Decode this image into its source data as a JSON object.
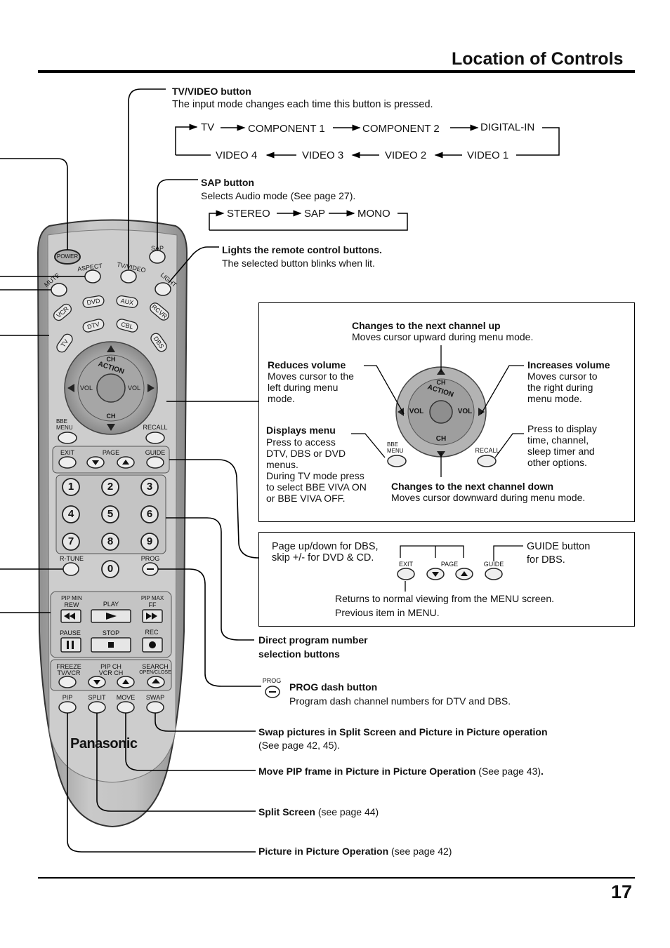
{
  "header": {
    "title": "Location of Controls",
    "page_number": "17"
  },
  "tv_video": {
    "title": "TV/VIDEO button",
    "desc": "The input mode changes each time this button is pressed.",
    "cycle": [
      "TV",
      "COMPONENT 1",
      "COMPONENT 2",
      "DIGITAL-IN",
      "VIDEO 1",
      "VIDEO 2",
      "VIDEO 3",
      "VIDEO 4"
    ]
  },
  "sap": {
    "title": "SAP button",
    "desc": "Selects Audio mode (See page 27).",
    "cycle": [
      "STEREO",
      "SAP",
      "MONO"
    ]
  },
  "light": {
    "title": "Lights the remote control buttons.",
    "desc": "The selected button blinks when lit."
  },
  "action_box": {
    "ch_up_title": "Changes to the next channel up",
    "ch_up_desc": "Moves cursor upward during menu mode.",
    "vol_down_title": "Reduces volume",
    "vol_down_desc": [
      "Moves cursor to the",
      "left during menu",
      "mode."
    ],
    "vol_up_title": "Increases volume",
    "vol_up_desc": [
      "Moves cursor to",
      "the right during",
      "menu mode."
    ],
    "menu_title": "Displays menu",
    "menu_desc": [
      "Press to access",
      "DTV, DBS or DVD",
      "menus.",
      "During TV mode press",
      "to select BBE VIVA ON",
      "or BBE VIVA OFF."
    ],
    "recall_desc": [
      "Press to display",
      "time, channel,",
      "sleep timer and",
      "other options."
    ],
    "ch_down_title": "Changes to the next channel down",
    "ch_down_desc": "Moves cursor downward during menu mode.",
    "pad": {
      "ch": "CH",
      "action": "ACTION",
      "vol": "VOL",
      "bbe": "BBE",
      "menu": "MENU",
      "recall": "RECALL"
    }
  },
  "page_box": {
    "page_desc": [
      "Page up/down for DBS,",
      "skip +/- for DVD & CD."
    ],
    "guide_desc": [
      "GUIDE button",
      "for DBS."
    ],
    "exit_desc": [
      "Returns to normal viewing from the MENU screen.",
      "Previous item in MENU."
    ],
    "labels": {
      "exit": "EXIT",
      "page": "PAGE",
      "guide": "GUIDE"
    }
  },
  "direct": {
    "lines": [
      "Direct program number",
      "selection buttons"
    ]
  },
  "prog": {
    "icon_label": "PROG",
    "title": "PROG dash button",
    "desc": "Program dash channel numbers for DTV and DBS."
  },
  "swap": {
    "title": "Swap pictures in Split Screen and Picture in Picture operation",
    "desc": "(See page 42, 45)."
  },
  "move": {
    "title": "Move PIP frame in Picture in Picture Operation",
    "ref": "(See page 43)",
    "end": "."
  },
  "split": {
    "title": "Split Screen",
    "ref": "(see page 44)"
  },
  "pip": {
    "title": "Picture in Picture Operation",
    "ref": "(see page 42)"
  },
  "remote": {
    "power": "POWER",
    "sap": "SAP",
    "aspect": "ASPECT",
    "tv_video": "TV/VIDEO",
    "light": "LIGHT",
    "mute": "MUTE",
    "inputs": [
      "VCR",
      "DVD",
      "AUX",
      "RCVR",
      "TV",
      "DTV",
      "CBL",
      "DBS"
    ],
    "ch": "CH",
    "action": "ACTION",
    "vol": "VOL",
    "bbe": "BBE",
    "menu": "MENU",
    "recall": "RECALL",
    "exit": "EXIT",
    "page": "PAGE",
    "guide": "GUIDE",
    "digits": [
      "1",
      "2",
      "3",
      "4",
      "5",
      "6",
      "7",
      "8",
      "9",
      "0"
    ],
    "rtune": "R-TUNE",
    "prog": "PROG",
    "pip_min": "PIP MIN",
    "rew": "REW",
    "play": "PLAY",
    "pip_max": "PIP MAX",
    "ff": "FF",
    "pause": "PAUSE",
    "stop": "STOP",
    "rec": "REC",
    "freeze": "FREEZE",
    "tvvcr": "TV/VCR",
    "pip_ch": "PIP CH",
    "vcr_ch": "VCR CH",
    "search": "SEARCH",
    "open_close": "OPEN/CLOSE",
    "pip": "PIP",
    "split": "SPLIT",
    "move": "MOVE",
    "swap": "SWAP",
    "brand": "Panasonic"
  }
}
